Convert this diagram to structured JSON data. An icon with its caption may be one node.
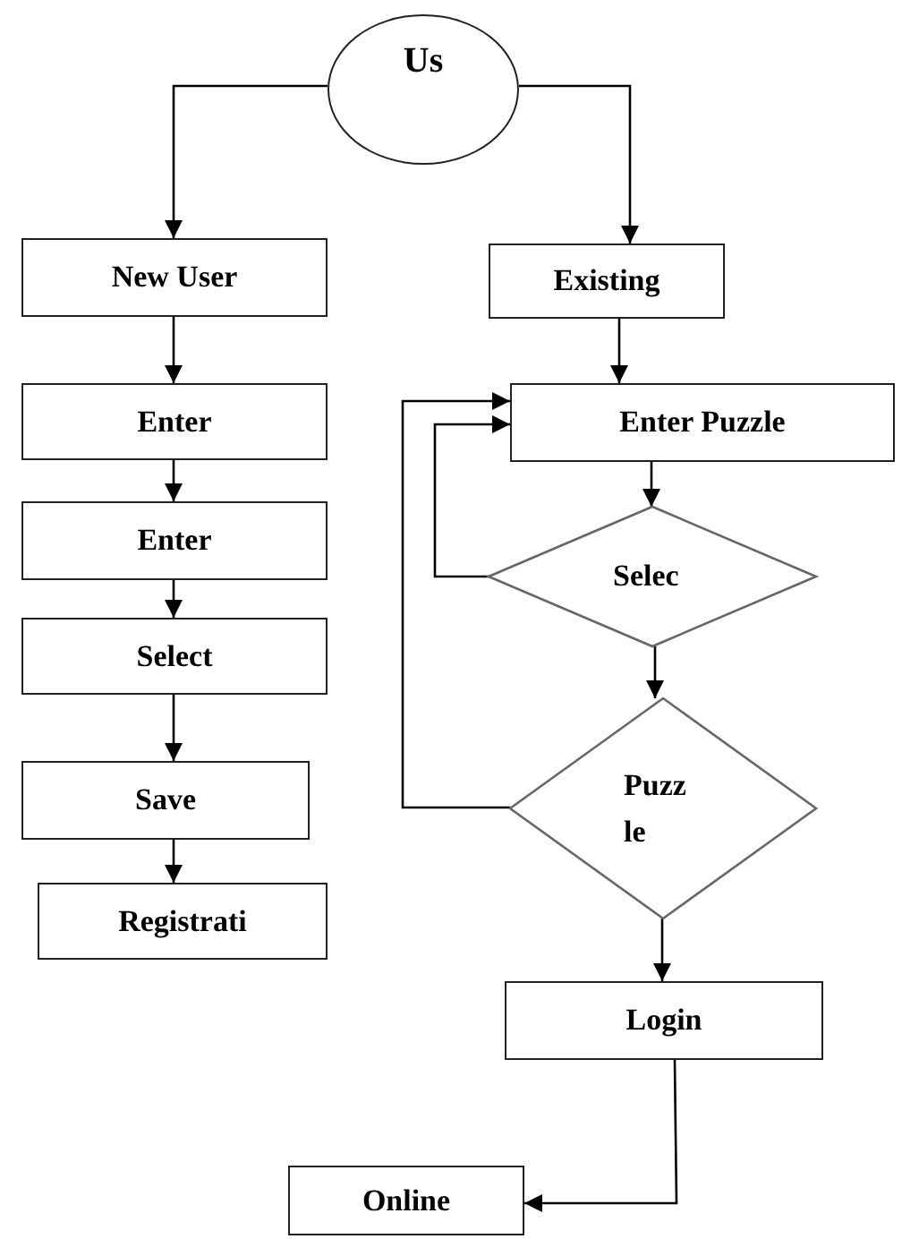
{
  "diagram": {
    "nodes": [
      {
        "text": [
          "Us"
        ]
      },
      {
        "text": [
          "New User"
        ]
      },
      {
        "text": [
          "Existing"
        ]
      },
      {
        "text": [
          "Enter"
        ]
      },
      {
        "text": [
          "Enter Puzzle"
        ]
      },
      {
        "text": [
          "Enter"
        ]
      },
      {
        "text": [
          "Selec"
        ]
      },
      {
        "text": [
          "Select"
        ]
      },
      {
        "text": [
          "Puzz le"
        ]
      },
      {
        "text": [
          "Save"
        ]
      },
      {
        "text": [
          "Registrati"
        ]
      },
      {
        "text": [
          "Login"
        ]
      },
      {
        "text": [
          "Online"
        ]
      }
    ],
    "edges": [
      {
        "from": 0,
        "to": 1,
        "arrow": "to"
      },
      {
        "from": 0,
        "to": 2,
        "arrow": "to"
      },
      {
        "from": 1,
        "to": 3,
        "arrow": "to"
      },
      {
        "from": 3,
        "to": 5,
        "arrow": "to"
      },
      {
        "from": 5,
        "to": 7,
        "arrow": "to"
      },
      {
        "from": 7,
        "to": 9,
        "arrow": "to"
      },
      {
        "from": 9,
        "to": 10,
        "arrow": "to"
      },
      {
        "from": 2,
        "to": 4,
        "arrow": "to"
      },
      {
        "from": 4,
        "to": 6,
        "arrow": "to"
      },
      {
        "from": 6,
        "to": 4,
        "arrow": "to"
      },
      {
        "from": 6,
        "to": 8,
        "arrow": "to"
      },
      {
        "from": 8,
        "to": 4,
        "arrow": "to"
      },
      {
        "from": 8,
        "to": 11,
        "arrow": "to"
      },
      {
        "from": 11,
        "to": 12,
        "arrow": "to"
      }
    ]
  }
}
